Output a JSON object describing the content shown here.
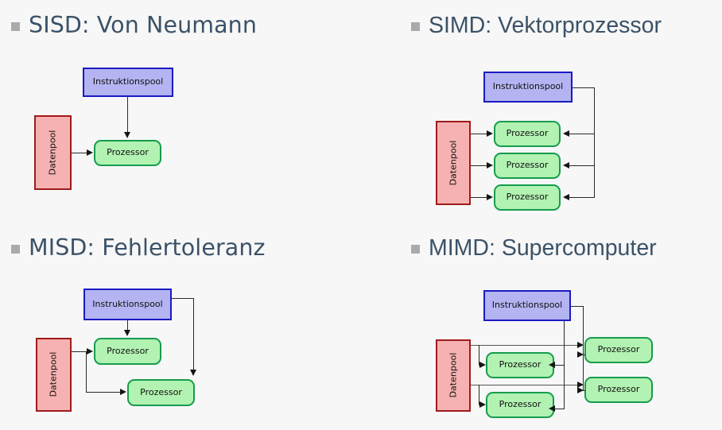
{
  "slide": {
    "background_color": "#f7f7f7",
    "heading_color": "#3b5268",
    "bullet_color": "#aaaaac"
  },
  "palette": {
    "instruction_fill": "#b4b4f2",
    "instruction_border": "#1a1ac4",
    "processor_fill": "#b2f2b2",
    "processor_border": "#169c4d",
    "data_fill": "#f6b2b2",
    "data_border": "#a01a1a",
    "connector": "#2a2a2a"
  },
  "labels": {
    "instruction_pool": "Instruktionspool",
    "processor": "Prozessor",
    "data_pool": "Datenpool"
  },
  "quadrants": [
    {
      "id": "sisd",
      "heading": "SISD: Von Neumann",
      "instruction_pools": 1,
      "processors": 1,
      "data_pools": 1
    },
    {
      "id": "simd",
      "heading": "SIMD: Vektorprozessor",
      "instruction_pools": 1,
      "processors": 3,
      "data_pools": 1
    },
    {
      "id": "misd",
      "heading": "MISD: Fehlertoleranz",
      "instruction_pools": 1,
      "processors": 2,
      "data_pools": 1
    },
    {
      "id": "mimd",
      "heading": "MIMD: Supercomputer",
      "instruction_pools": 1,
      "processors": 4,
      "data_pools": 1
    }
  ]
}
